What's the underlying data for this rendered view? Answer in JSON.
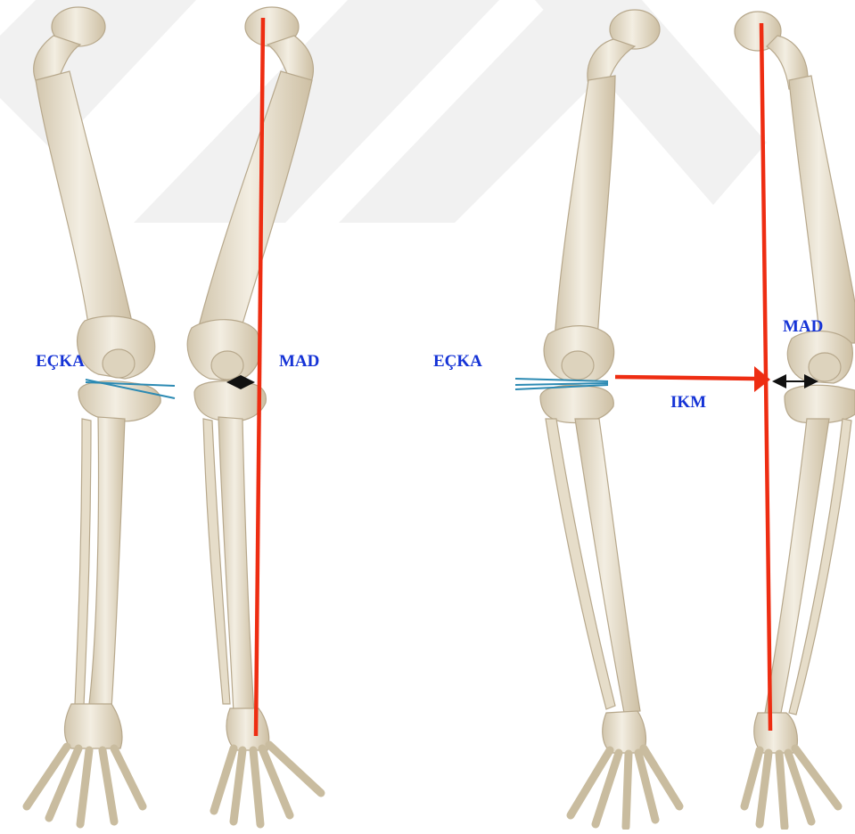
{
  "labels": {
    "left_panel": {
      "ecka": "EÇKA",
      "mad": "MAD"
    },
    "right_panel": {
      "ecka": "EÇKA",
      "mad": "MAD",
      "ikm": "IKM"
    }
  },
  "colors": {
    "bone_fill": "#ece5d6",
    "bone_shade": "#d2c6ad",
    "bone_outline": "#b7a88c",
    "mechanical_axis": "#ee2d12",
    "joint_line": "#2c8ab3",
    "distance_arrow": "#111111",
    "label_text": "#1533d6",
    "watermark": "#f1f1f1"
  },
  "icons": [
    "bone-illustration",
    "double-arrow-icon"
  ]
}
